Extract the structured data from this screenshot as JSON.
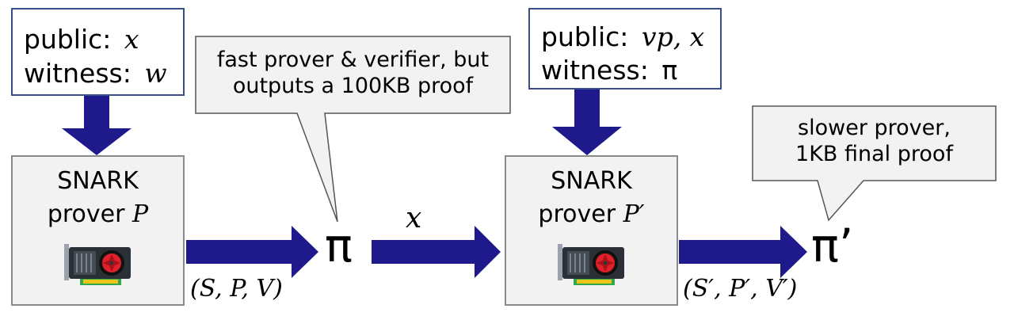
{
  "left_input": {
    "public_label": "public:",
    "public_value": "x",
    "witness_label": "witness:",
    "witness_value": "w"
  },
  "bubble_left": {
    "line1": "fast prover & verifier, but",
    "line2": "outputs a 100KB proof"
  },
  "right_input": {
    "public_label": "public:",
    "public_value": "vp, x",
    "witness_label": "witness:",
    "witness_value": "π"
  },
  "bubble_right": {
    "line1": "slower prover,",
    "line2": "1KB final proof"
  },
  "prover_left": {
    "title": "SNARK",
    "prover_text": "prover",
    "prover_symbol": "P"
  },
  "prover_right": {
    "title": "SNARK",
    "prover_text": "prover",
    "prover_symbol": "P′"
  },
  "proof_left": "π",
  "proof_right": "π’",
  "x_label": "x",
  "params_left": "(S, P, V)",
  "params_right": "(S′, P′, V′)",
  "colors": {
    "arrow": "#1f1a8c",
    "box_border": "#3a4f8a",
    "prover_fill": "#f2f2f2",
    "bubble_fill": "#f2f2f2",
    "gpu_fan": "#e0202a"
  },
  "icons": {
    "gpu": "graphics-card-icon"
  }
}
